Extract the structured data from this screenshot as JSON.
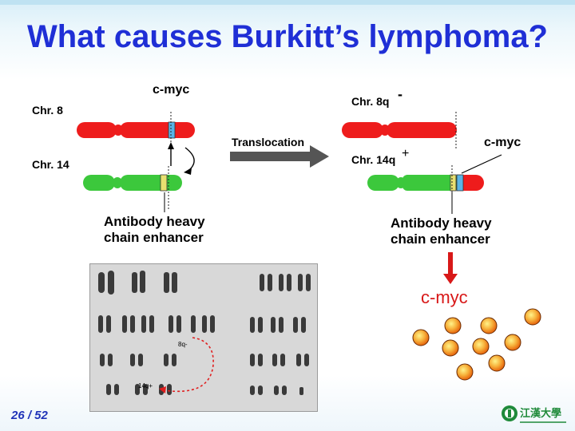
{
  "slide": {
    "title": "What causes Burkitt’s lymphoma?",
    "page_number": "26 / 52"
  },
  "diagram": {
    "before": {
      "chr8_label": "Chr. 8",
      "chr14_label": "Chr. 14",
      "cmyc_label": "c-myc",
      "enhancer_label_line1": "Antibody heavy",
      "enhancer_label_line2": "chain enhancer"
    },
    "translocation_label": "Translocation",
    "after": {
      "chr8q_label": "Chr. 8q",
      "chr8q_sign": "-",
      "chr14q_label": "Chr. 14q",
      "chr14q_sign": "+",
      "cmyc_label": "c-myc",
      "enhancer_label_line1": "Antibody heavy",
      "enhancer_label_line2": "chain enhancer"
    },
    "result_label": "c-myc",
    "colors": {
      "chr8": "#ee1c1c",
      "chr14": "#3cc83c",
      "cmyc_band": "#5ab4e6",
      "enhancer_band": "#e8e070",
      "title": "#1f2fd6",
      "result": "#d81818"
    }
  },
  "karyotype": {
    "label_8q": "8q-",
    "label_14q": "14q+"
  },
  "logo": {
    "text": "江漢大學"
  }
}
